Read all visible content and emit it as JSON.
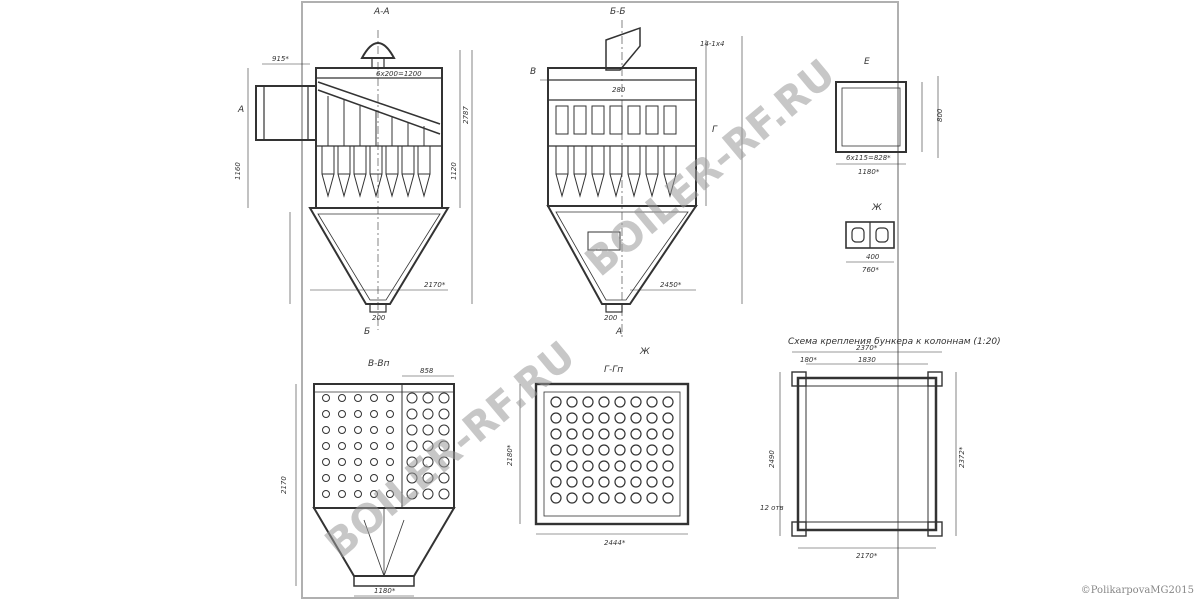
{
  "labels": {
    "sec_aa": "А-А",
    "sec_bb": "Б-Б",
    "sec_vv": "В-Вп",
    "sec_gg": "Г-Гп",
    "sec_e": "Е",
    "sec_zh": "Ж",
    "scheme_title": "Схема крепления бункера к колоннам (1:20)",
    "mark_a": "А",
    "mark_b": "Б",
    "mark_v": "В",
    "mark_g": "Г",
    "mark_zh": "Ж"
  },
  "dims": {
    "aa_grid": "6x200=1200",
    "aa_top": "915*",
    "aa_left": "1160",
    "aa_h1": "1120",
    "aa_h2": "2787",
    "aa_base": "2170*",
    "aa_bottom": "200",
    "bb_spacing": "280",
    "bb_base": "2450*",
    "bb_bottom": "200",
    "bb_top": "14-1x4",
    "vv_top": "858",
    "vv_left": "2170",
    "vv_bottom": "1180*",
    "gg_width": "2444*",
    "gg_left": "2180*",
    "e_bottom": "1180*",
    "e_inner": "6x115=828*",
    "e_right": "800",
    "zh_a": "400",
    "zh_b": "760*",
    "sch_top": "2370*",
    "sch_inner": "1830",
    "sch_left": "2490",
    "sch_right": "2372*",
    "sch_bottom": "2170*",
    "sch_bolt": "12 отв",
    "sch_corner": "180*"
  },
  "watermark": "BOILER-RF.RU",
  "copyright": "©PolikarpovaMG2015",
  "colors": {
    "ink": "#333333",
    "frame": "#b0b0b0",
    "watermark": "#9a9a9a"
  }
}
